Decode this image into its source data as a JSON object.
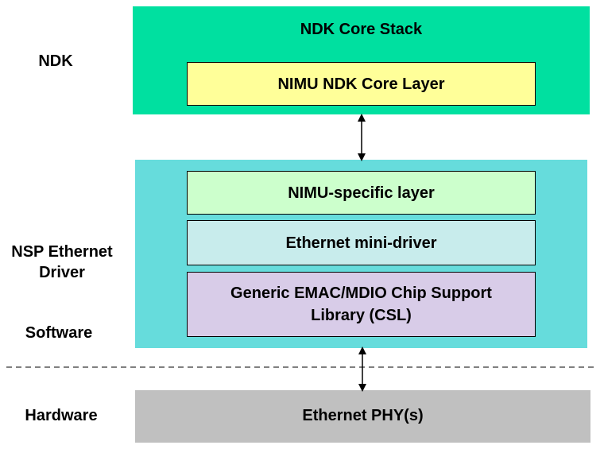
{
  "labels": {
    "ndk": "NDK",
    "nsp": "NSP Ethernet\nDriver",
    "software": "Software",
    "hardware": "Hardware"
  },
  "ndk_panel": {
    "title": "NDK Core Stack",
    "nimu_core_layer": "NIMU NDK Core Layer"
  },
  "nsp_panel": {
    "nimu_specific": "NIMU-specific layer",
    "mini_driver": "Ethernet mini-driver",
    "csl": "Generic EMAC/MDIO Chip Support\nLibrary (CSL)"
  },
  "hardware_panel": {
    "phy": "Ethernet PHY(s)"
  },
  "colors": {
    "ndk_panel": "#00e0a0",
    "nimu_core": "#ffff99",
    "nsp_panel": "#66dcdc",
    "nimu_specific": "#ccffcc",
    "mini_driver": "#c8ecec",
    "csl": "#d8cce8",
    "hardware": "#c0c0c0"
  }
}
